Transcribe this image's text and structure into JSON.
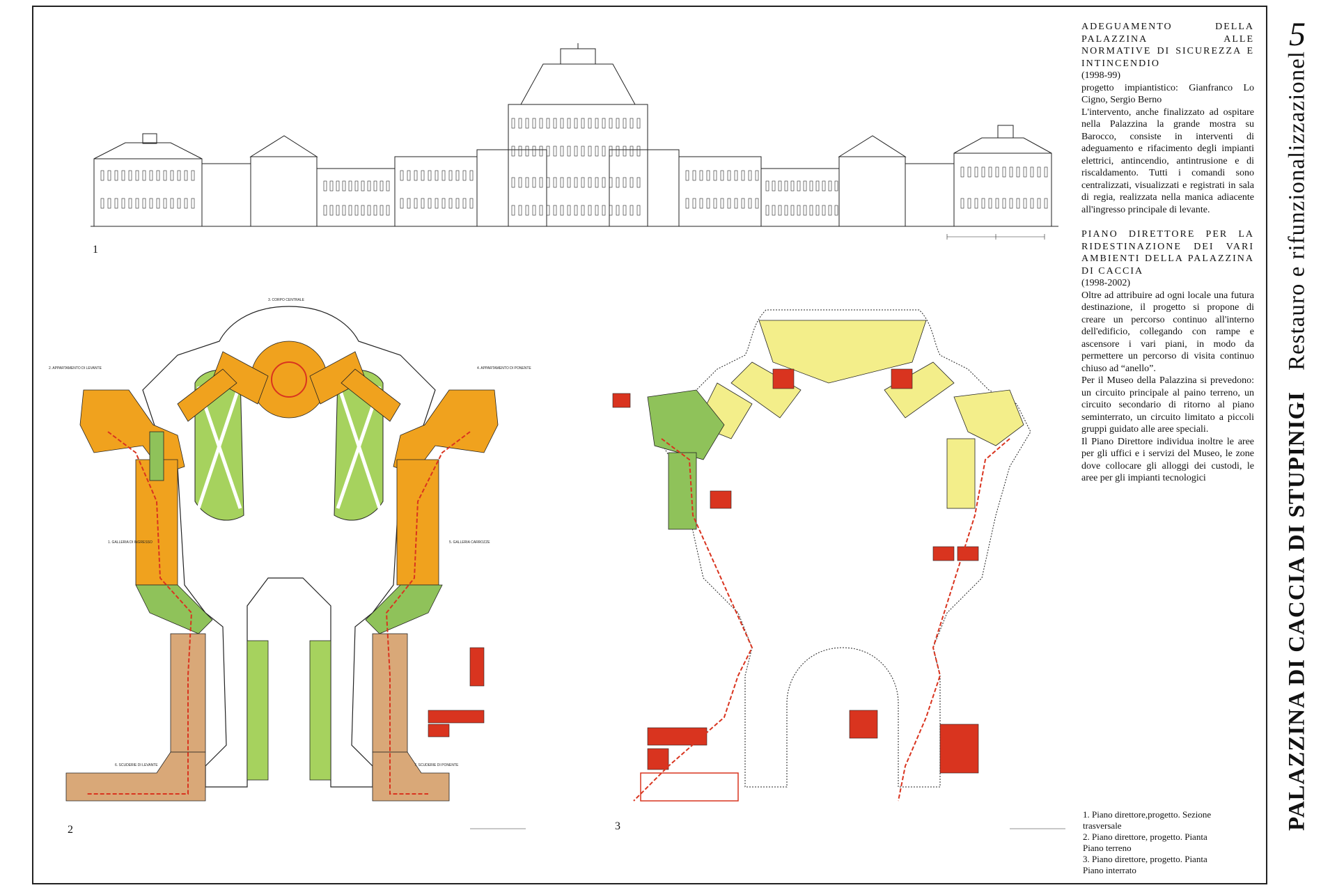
{
  "sidebar": {
    "sheet_number": "5",
    "title_main": "PALAZZINA DI CACCIA DI STUPINIGI",
    "title_sub": "Restauro e rifunzionalizzazionel"
  },
  "text": {
    "section1_heading": "ADEGUAMENTO DELLA PALAZZINA ALLE NORMATIVE DI SICUREZZA E INTINCENDIO",
    "section1_years": "(1998-99)",
    "section1_credits": "progetto impiantistico: Gianfranco Lo Cigno, Sergio Berno",
    "section1_body": "L'intervento, anche finalizzato ad ospitare nella Palazzina la grande mostra su Barocco, consiste in interventi di adeguamento e rifacimento degli impianti elettrici, antincendio, antintrusione e di riscaldamento. Tutti i comandi sono centralizzati, visualizzati e registrati in sala di regia, realizzata nella manica adiacente all'ingresso principale di levante.",
    "section2_heading": "PIANO DIRETTORE PER LA RIDESTINAZIONE DEI VARI AMBIENTI DELLA PALAZZINA DI CACCIA",
    "section2_years": "(1998-2002)",
    "section2_body1": "Oltre ad attribuire ad ogni locale una futura destinazione, il progetto si propone di  creare un percorso continuo all'interno dell'edificio, collegando con rampe e ascensore i vari piani, in modo da permettere un percorso di visita continuo chiuso ad “anello”.",
    "section2_body2": "Per il Museo della Palazzina si prevedono: un circuito principale al paino terreno, un circuito secondario di ritorno al piano seminterrato, un circuito limitato a piccoli gruppi guidato alle aree speciali.",
    "section2_body3": "Il Piano Direttore individua inoltre le aree per gli uffici e i servizi del Museo, le zone dove collocare gli alloggi dei custodi,  le aree per gli impianti tecnologici"
  },
  "captions": [
    "1.  Piano direttore,progetto. Sezione trasversale",
    "2.  Piano direttore, progetto. Pianta Piano terreno",
    "3.  Piano direttore, progetto. Pianta Piano interrato"
  ],
  "figure_numbers": {
    "fig1": "1",
    "fig2": "2",
    "fig3": "3"
  },
  "plan_labels": {
    "corpo_centrale": "3. CORPO CENTRALE",
    "app_levante": "2. APPARTAMENTO DI LEVANTE",
    "app_ponente": "4. APPARTAMENTO DI PONENTE",
    "galleria_ingresso": "1. GALLERIA DI INGRESSO",
    "galleria_carrozze": "5. GALLERIA CARROZZE",
    "scuderie_levante": "6. SCUDERIE DI LEVANTE",
    "scuderie_ponente": "7. SCUDERIE DI PONENTE"
  },
  "colors": {
    "orange": "#f0a21e",
    "tan": "#d9a878",
    "green": "#8fc25a",
    "lawn": "#a6d25e",
    "red": "#d9341f",
    "yellow": "#f3ee8a",
    "line": "#222222"
  }
}
